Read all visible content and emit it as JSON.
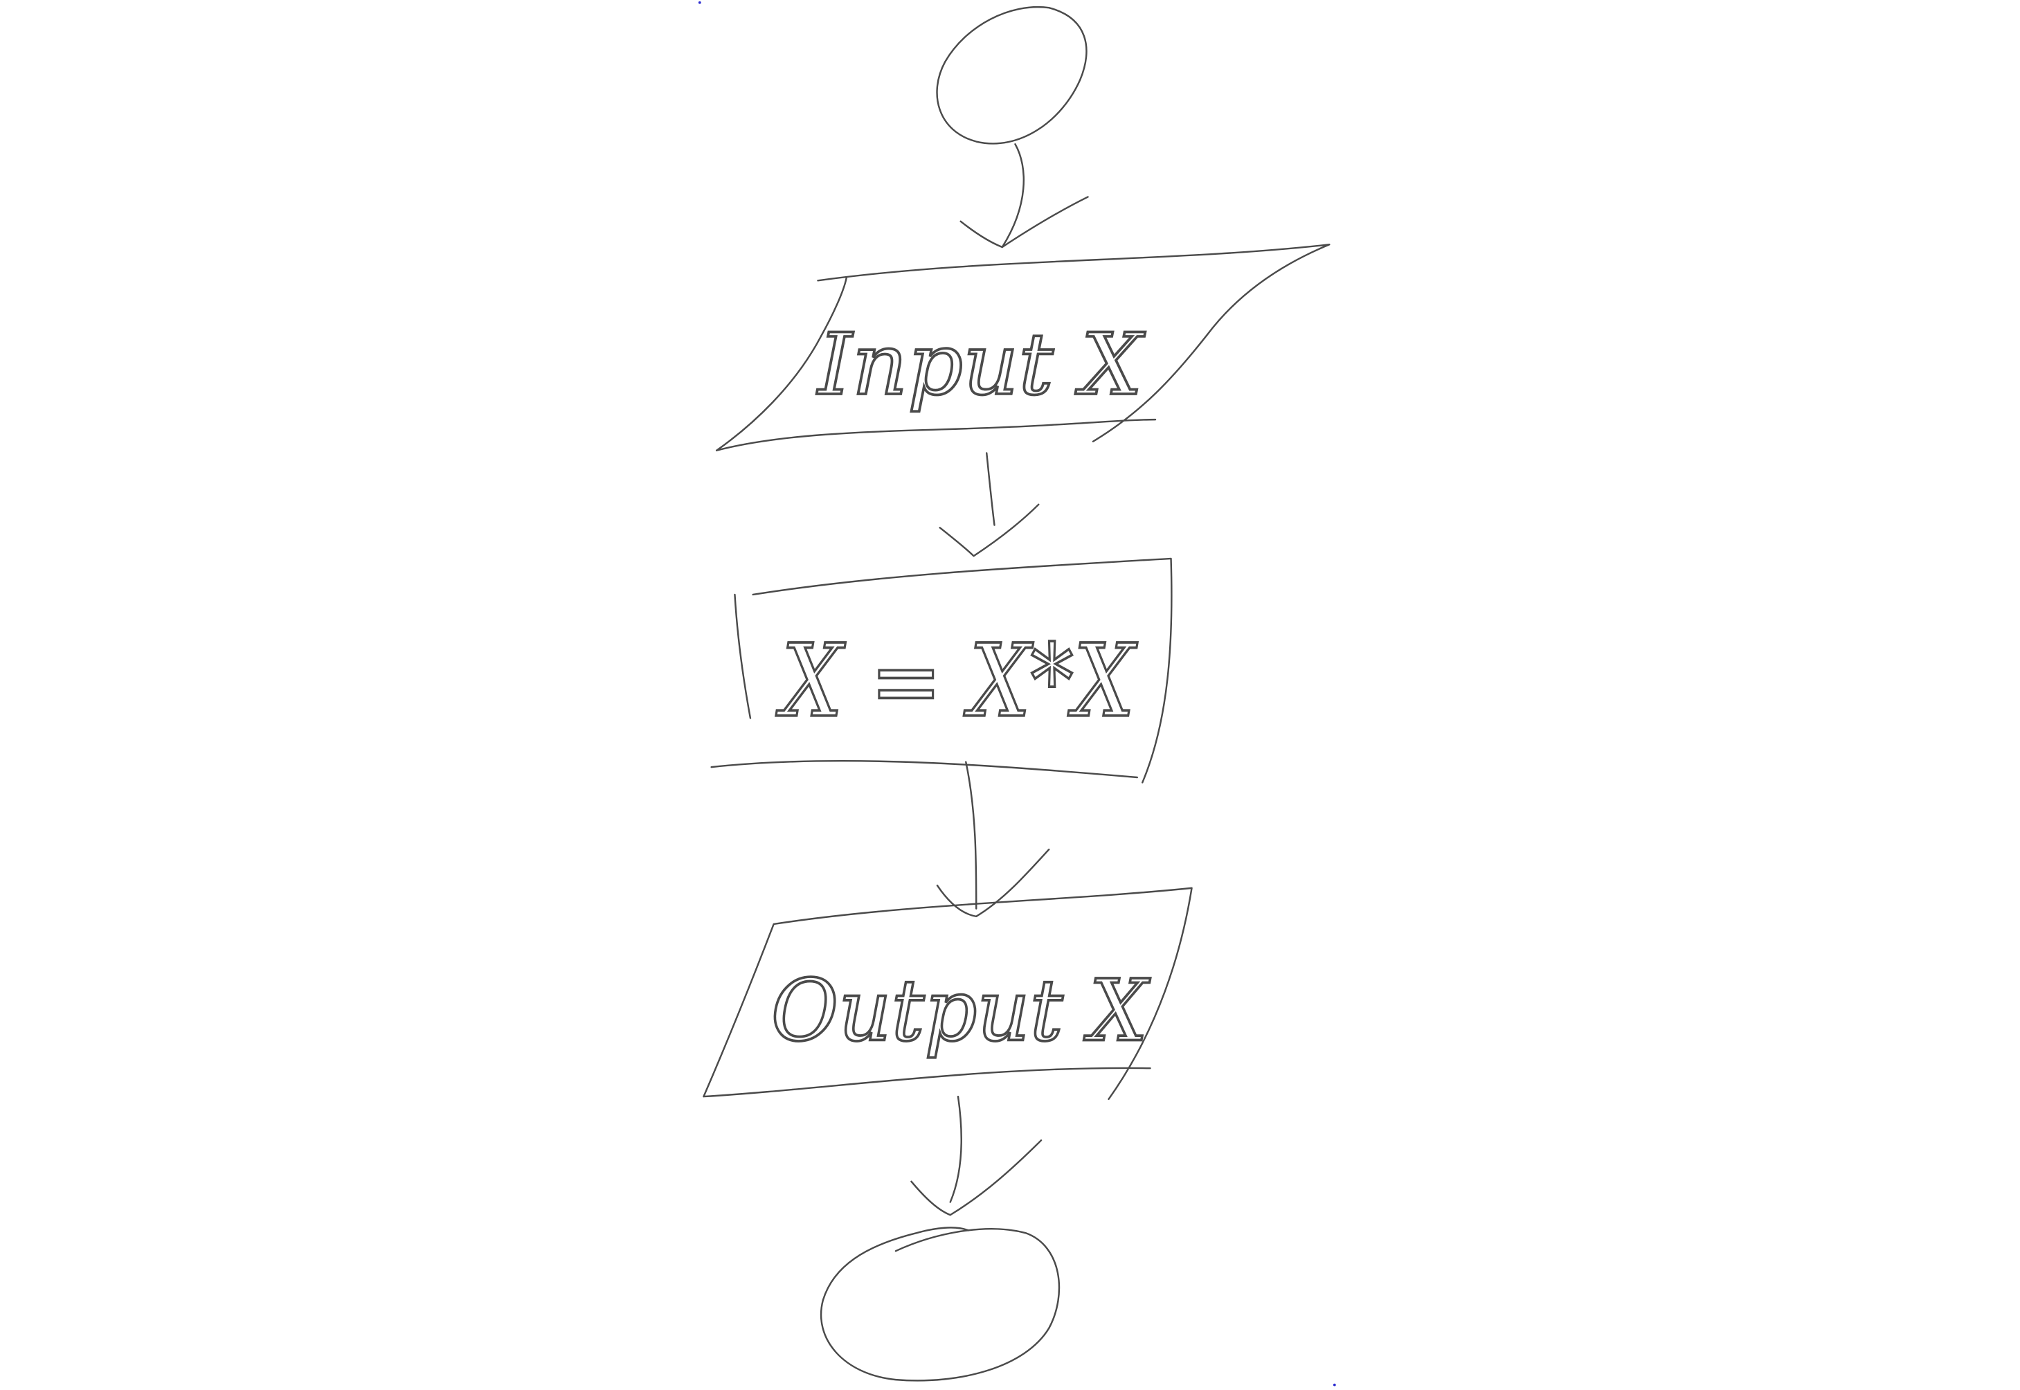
{
  "diagram": {
    "type": "flowchart",
    "ink_color": "#4a4a4a",
    "nodes": [
      {
        "id": "start",
        "shape": "ellipse",
        "label": ""
      },
      {
        "id": "input",
        "shape": "parallelogram",
        "label": "Input X"
      },
      {
        "id": "process",
        "shape": "rectangle",
        "label": "X = X*X"
      },
      {
        "id": "output",
        "shape": "parallelogram",
        "label": "Output X"
      },
      {
        "id": "end",
        "shape": "ellipse",
        "label": ""
      }
    ],
    "edges": [
      {
        "from": "start",
        "to": "input"
      },
      {
        "from": "input",
        "to": "process"
      },
      {
        "from": "process",
        "to": "output"
      },
      {
        "from": "output",
        "to": "end"
      }
    ]
  }
}
